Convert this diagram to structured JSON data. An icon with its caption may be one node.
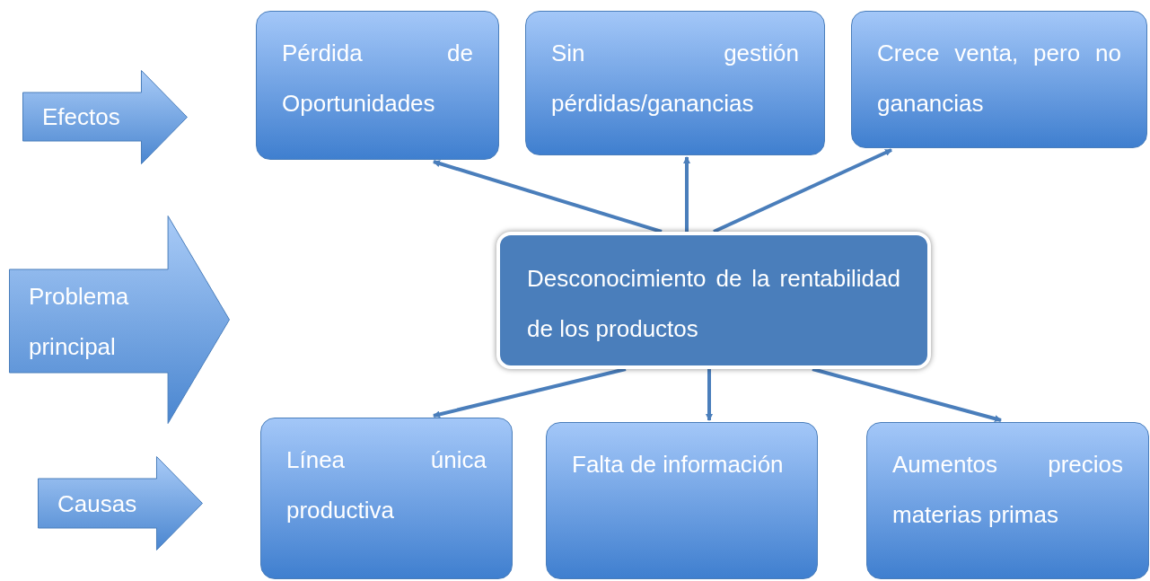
{
  "diagram": {
    "nodes": [
      {
        "text": [
          "Efectos"
        ]
      },
      {
        "text": [
          "Problema principal"
        ]
      },
      {
        "text": [
          "Causas"
        ]
      },
      {
        "text": [
          "Pérdida de Oportunidades"
        ]
      },
      {
        "text": [
          "Sin gestión pérdidas/ganancias"
        ]
      },
      {
        "text": [
          "Crece venta, pero no ganancias"
        ]
      },
      {
        "text": [
          "Desconocimiento de la rentabilidad de los productos"
        ]
      },
      {
        "text": [
          "Línea única productiva"
        ]
      },
      {
        "text": [
          "Falta de información"
        ]
      },
      {
        "text": [
          "Aumentos precios materias primas"
        ]
      }
    ],
    "edges": [
      {
        "from": 6,
        "to": 3,
        "arrow": "to"
      },
      {
        "from": 6,
        "to": 4,
        "arrow": "to"
      },
      {
        "from": 6,
        "to": 5,
        "arrow": "to"
      },
      {
        "from": 6,
        "to": 7,
        "arrow": "to"
      },
      {
        "from": 6,
        "to": 8,
        "arrow": "to"
      },
      {
        "from": 6,
        "to": 9,
        "arrow": "to"
      }
    ]
  }
}
